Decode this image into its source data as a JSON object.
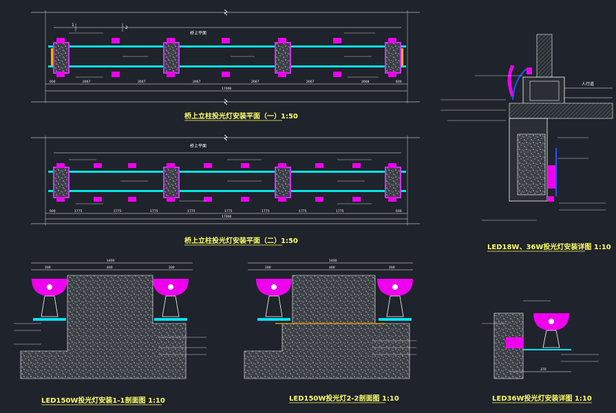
{
  "plan1": {
    "title": "桥上立柱投光灯安装平面（一）1:50",
    "up_label": "桥上平面",
    "top_dims": [
      "600",
      "2667",
      "2667",
      "2667",
      "2667",
      "2667",
      "2668",
      "600"
    ],
    "total_dim": "17000",
    "section_mark_left": "1",
    "section_mark_right": "2"
  },
  "plan2": {
    "title": "桥上立柱投光灯安装平面（二）1:50",
    "up_label": "桥上平面",
    "dims": [
      "600",
      "1775",
      "1775",
      "1775",
      "1775",
      "1775",
      "1775",
      "1775",
      "1775",
      "600"
    ],
    "total_dim": "17000"
  },
  "detail_side": {
    "title": "LED18W、36W投光灯安装详图 1:10",
    "walkway_label": "人行道"
  },
  "section1": {
    "title": "LED150W投光灯安装1-1剖面图 1:10",
    "dims": [
      "200",
      "400",
      "200"
    ],
    "total_dim": "1400"
  },
  "section2": {
    "title": "LED150W投光灯2-2剖面图 1:10",
    "dims": [
      "200",
      "400",
      "200"
    ],
    "total_dim": "1400"
  },
  "detail_small": {
    "title": "LED36W投光灯安装详图 1:10",
    "bottom_dim": "370"
  }
}
